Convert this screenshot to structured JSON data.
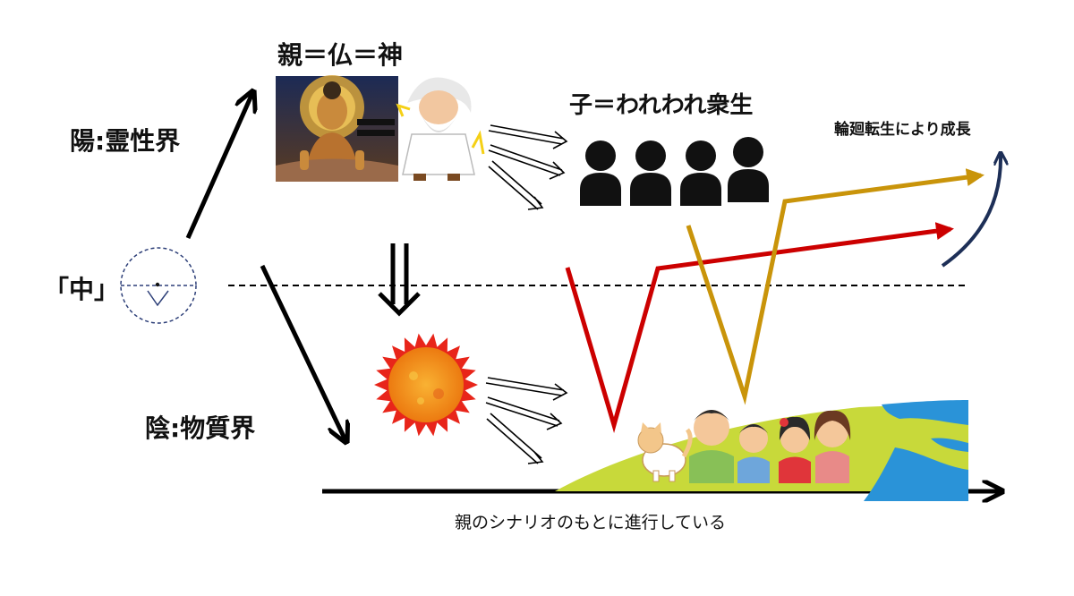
{
  "labels": {
    "parent": "親＝仏＝神",
    "children": "子＝われわれ衆生",
    "reincarnation": "輪廻転生により成長",
    "yang": "陽:霊性界",
    "yin": "陰:物質界",
    "center": "「中」",
    "scenario": "親のシナリオのもとに進行している"
  },
  "icons": {
    "buddha": "buddha-illustration",
    "god": "zeus-god-illustration",
    "people": "people-silhouette-icon",
    "sun": "sun-illustration",
    "cat": "cat-illustration",
    "family": "praying-family-illustration",
    "earth": "earth-land-illustration"
  },
  "colors": {
    "red_arrow": "#cc0000",
    "gold_arrow": "#c9940a",
    "navy_arrow": "#1d2f57",
    "land": "#c8d93a",
    "sea": "#2a93d8",
    "sun_core": "#f08a12",
    "sun_rays": "#e8251a"
  }
}
